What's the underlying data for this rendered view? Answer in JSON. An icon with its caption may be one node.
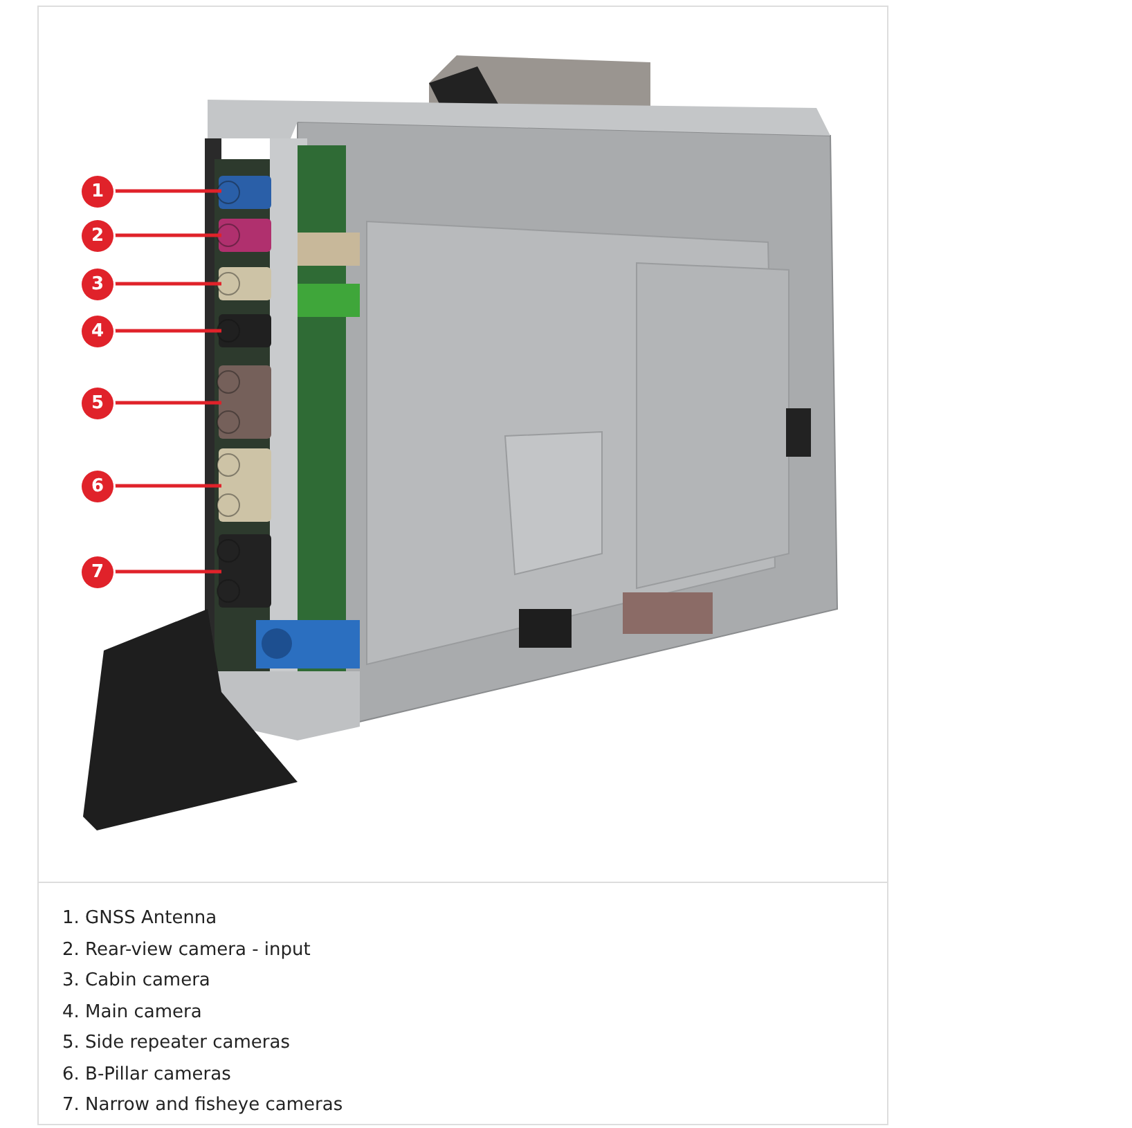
{
  "diagram": {
    "nodes": [
      {
        "text": [
          "1"
        ]
      },
      {
        "text": [
          "2"
        ]
      },
      {
        "text": [
          "3"
        ]
      },
      {
        "text": [
          "4"
        ]
      },
      {
        "text": [
          "5"
        ]
      },
      {
        "text": [
          "6"
        ]
      },
      {
        "text": [
          "7"
        ]
      }
    ],
    "edges": [
      {
        "from": 0,
        "to": null,
        "arrow": "none"
      },
      {
        "from": 1,
        "to": null,
        "arrow": "none"
      },
      {
        "from": 2,
        "to": null,
        "arrow": "none"
      },
      {
        "from": 3,
        "to": null,
        "arrow": "none"
      },
      {
        "from": 4,
        "to": null,
        "arrow": "none"
      },
      {
        "from": 5,
        "to": null,
        "arrow": "none"
      },
      {
        "from": 6,
        "to": null,
        "arrow": "none"
      }
    ],
    "labels": [
      "1. GNSS Antenna",
      "2. Rear-view camera - input",
      "3. Cabin camera",
      "4. Main camera",
      "5. Side repeater cameras",
      "6. B-Pillar cameras",
      "7. Narrow and fisheye cameras"
    ]
  }
}
